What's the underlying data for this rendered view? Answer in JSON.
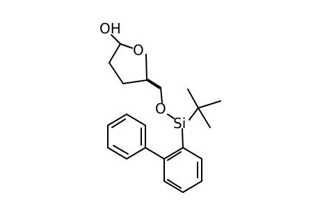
{
  "molecule": {
    "atom_labels": {
      "hydroxyl": "OH",
      "ring_oxygen": "O",
      "ether_oxygen": "O",
      "silicon": "Si"
    }
  }
}
